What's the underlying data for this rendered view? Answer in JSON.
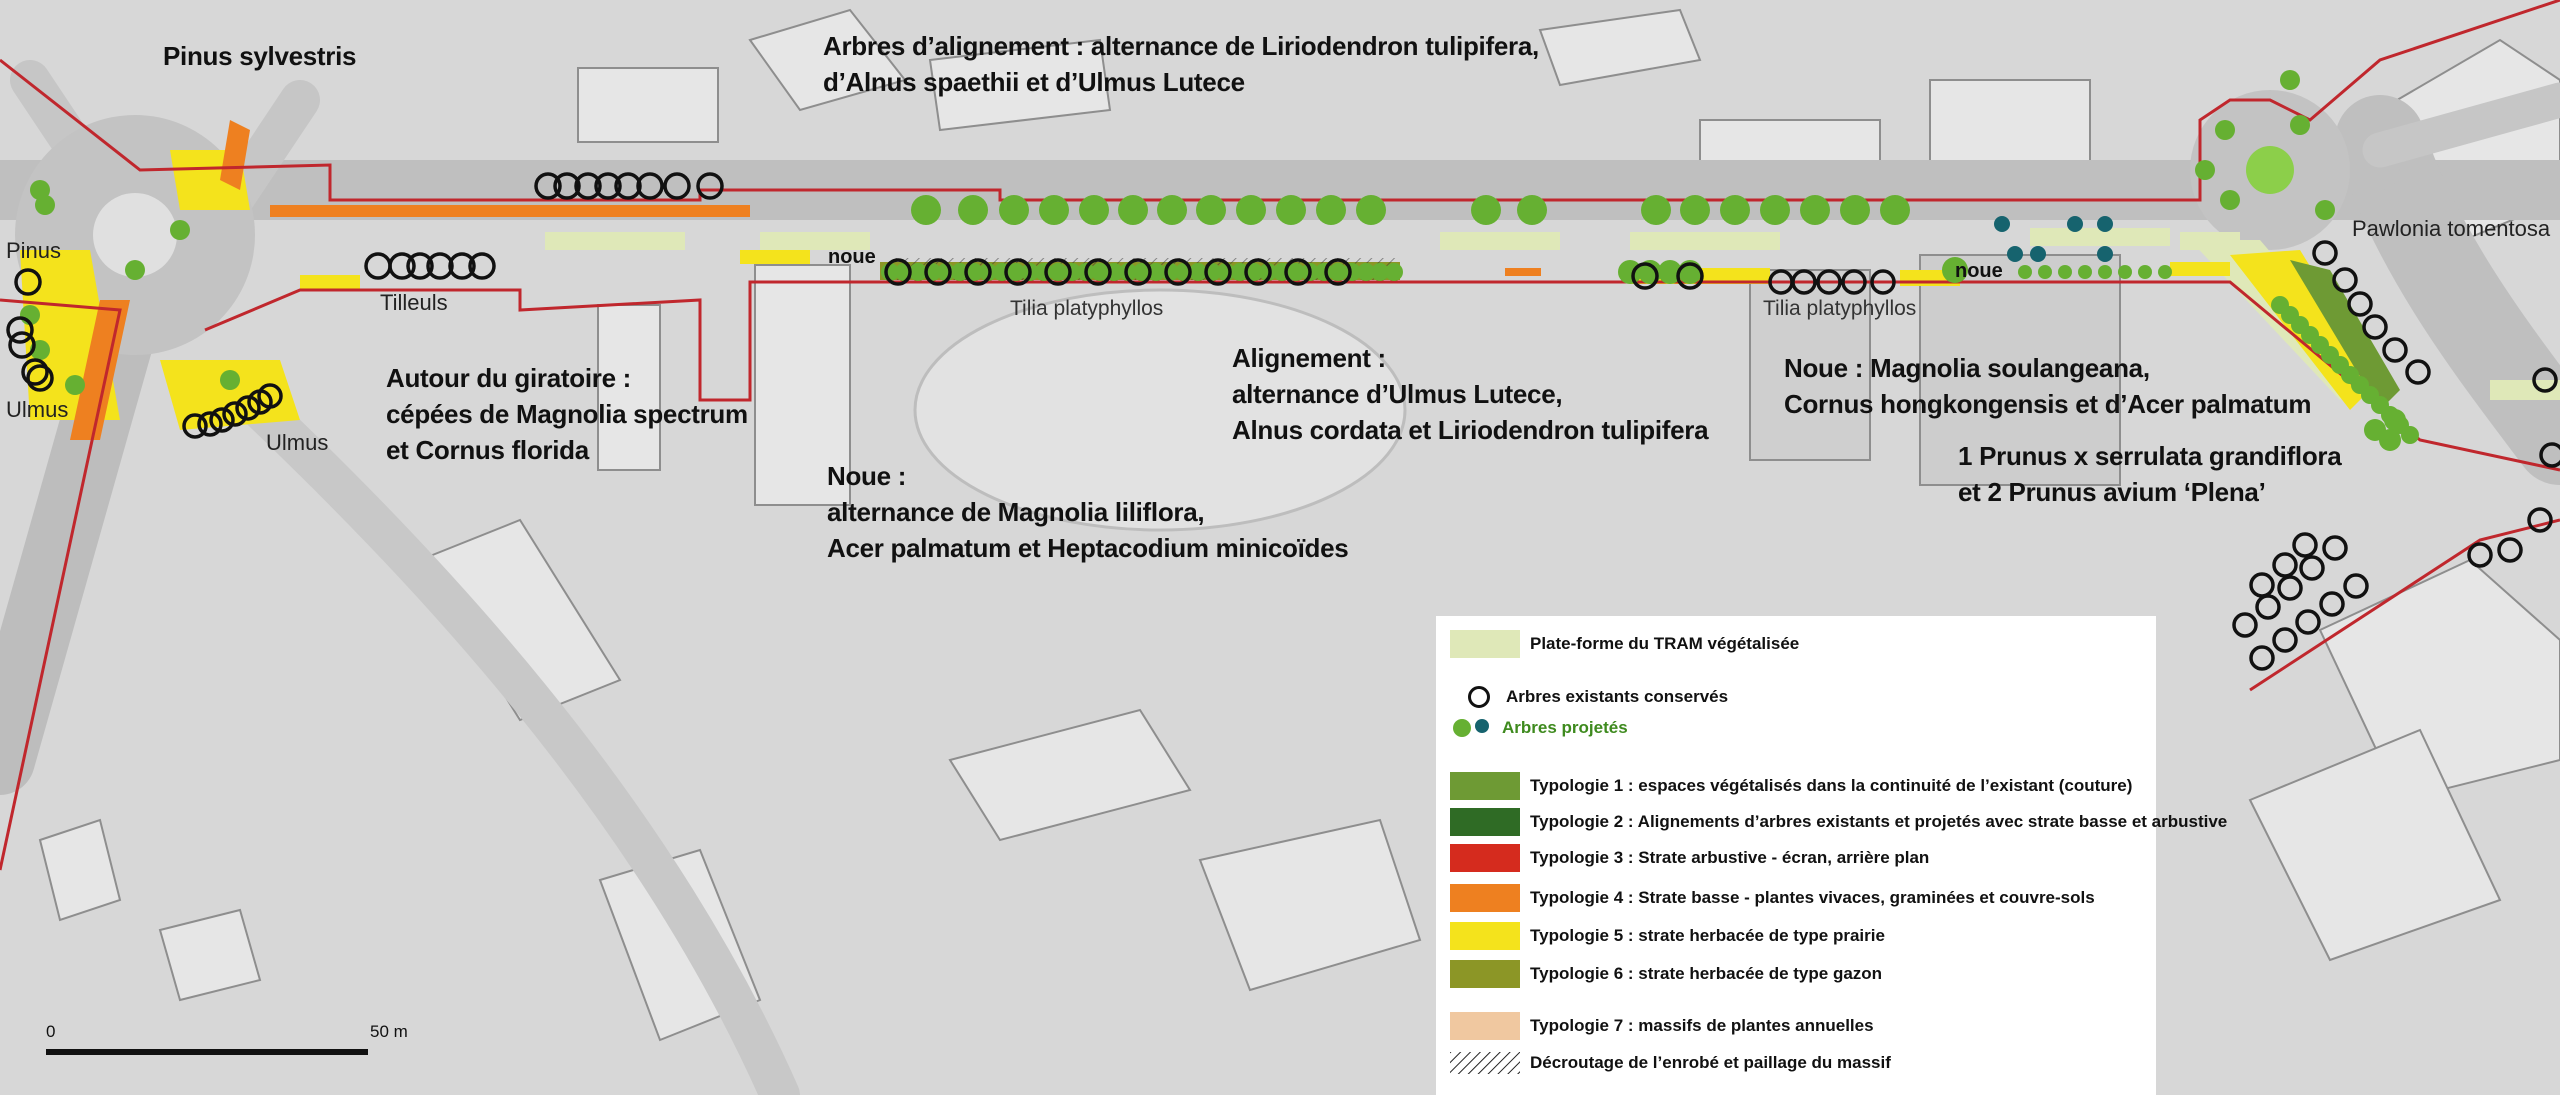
{
  "labels": {
    "pinus_sylvestris": "Pinus sylvestris",
    "alignement_title_l1": "Arbres d’alignement : alternance de Liriodendron tulipifera,",
    "alignement_title_l2": "d’Alnus spaethii et d’Ulmus Lutece",
    "pinus": "Pinus",
    "ulmus_left": "Ulmus",
    "ulmus_right": "Ulmus",
    "tilleuls": "Tilleuls",
    "giratoire_l1": "Autour du giratoire :",
    "giratoire_l2": "cépées de Magnolia spectrum",
    "giratoire_l3": "et Cornus florida",
    "noue_small_1": "noue",
    "noue_small_2": "noue",
    "tilia_1": "Tilia platyphyllos",
    "tilia_2": "Tilia platyphyllos",
    "alignement2_l1": "Alignement :",
    "alignement2_l2": "alternance d’Ulmus Lutece,",
    "alignement2_l3": "Alnus cordata et Liriodendron tulipifera",
    "noue_block_l1": "Noue :",
    "noue_block_l2": "alternance de Magnolia liliflora,",
    "noue_block_l3": "Acer palmatum et Heptacodium minicoïdes",
    "noue_right_l1": "Noue :  Magnolia soulangeana,",
    "noue_right_l2": "Cornus hongkongensis et d’Acer palmatum",
    "prunus_l1": "1 Prunus x serrulata grandiflora",
    "prunus_l2": "et 2 Prunus avium ‘Plena’",
    "pawlonia": "Pawlonia tomentosa"
  },
  "legend": {
    "tram": "Plate-forme du TRAM végétalisée",
    "existing": "Arbres existants conservés",
    "projected": "Arbres projetés",
    "typologies": [
      {
        "label": "Typologie 1 : espaces végétalisés dans la continuité de l’existant (couture)",
        "color": "#6e9a34"
      },
      {
        "label": "Typologie 2 : Alignements d’arbres existants et projetés avec strate  basse et arbustive",
        "color": "#2f6b25"
      },
      {
        "label": "Typologie 3 : Strate arbustive - écran, arrière plan",
        "color": "#d52b1e"
      },
      {
        "label": "Typologie 4 : Strate basse - plantes vivaces, graminées et couvre-sols",
        "color": "#ee8020"
      },
      {
        "label": "Typologie 5 : strate herbacée de type prairie",
        "color": "#f4e31c"
      },
      {
        "label": "Typologie 6 : strate herbacée de type gazon",
        "color": "#8c9626"
      },
      {
        "label": "Typologie 7 : massifs de plantes annuelles",
        "color": "#f0c8a0"
      }
    ],
    "decroutage": "Décroutage de l’enrobé et paillage du massif"
  },
  "scale": {
    "start": "0",
    "end": "50 m"
  },
  "colors": {
    "tram_platform": "#dfe8b8",
    "projected_tree": "#66b032",
    "projected_tree_alt": "#16636e",
    "existing_tree": "#111111",
    "boundary": "#c0272d",
    "road": "#c6c6c6"
  }
}
